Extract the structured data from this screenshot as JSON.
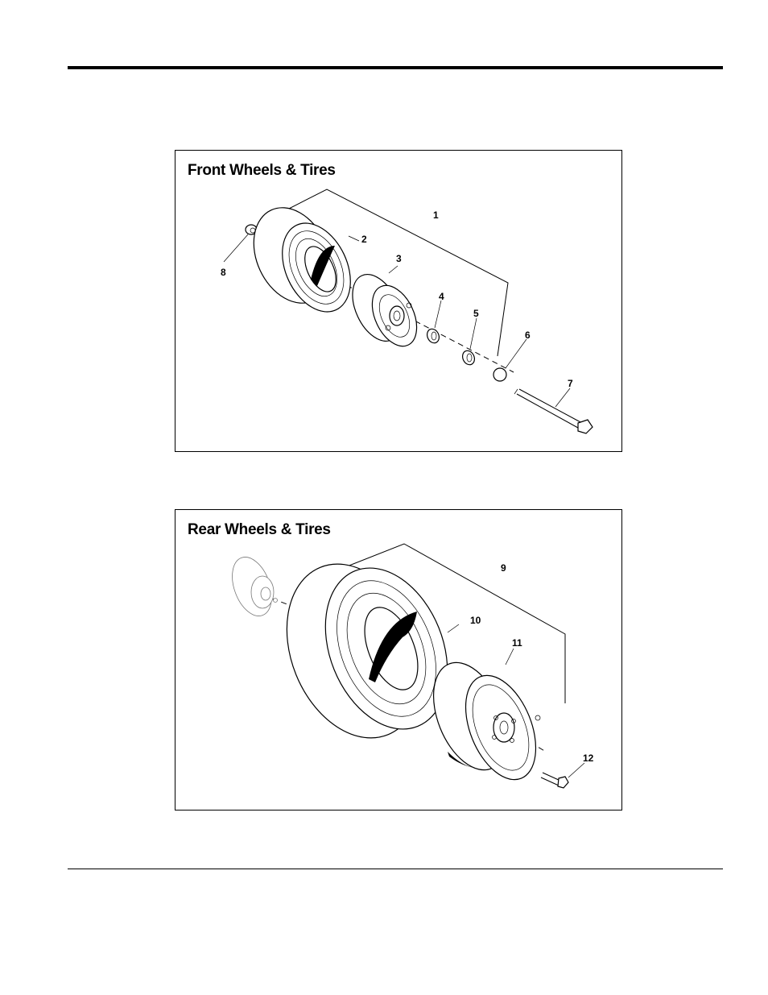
{
  "front": {
    "title": "Front Wheels & Tires",
    "callouts": [
      "1",
      "2",
      "3",
      "4",
      "5",
      "6",
      "7",
      "8"
    ]
  },
  "rear": {
    "title": "Rear Wheels & Tires",
    "callouts": [
      "9",
      "10",
      "11",
      "12"
    ]
  }
}
